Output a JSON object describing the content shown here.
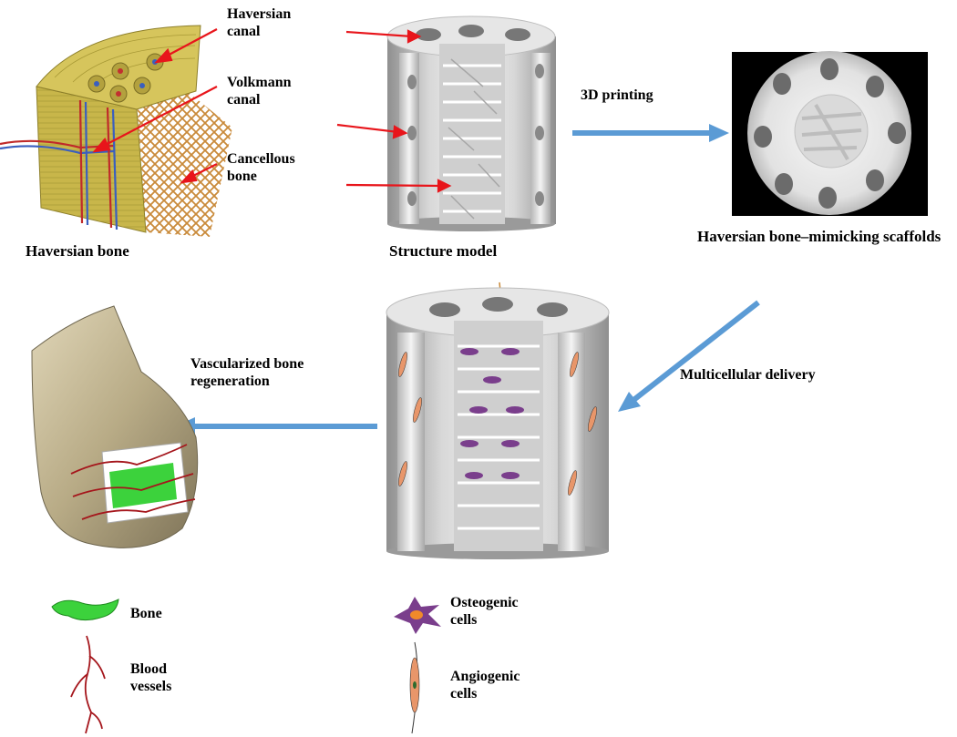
{
  "figure": {
    "bone_labels": {
      "haversian_canal": "Haversian\ncanal",
      "volkmann_canal": "Volkmann\ncanal",
      "cancellous_bone": "Cancellous\nbone"
    },
    "captions": {
      "haversian_bone": "Haversian bone",
      "structure_model": "Structure model",
      "scaffolds": "Haversian bone–mimicking scaffolds"
    },
    "steps": {
      "printing": "3D printing",
      "delivery": "Multicellular delivery",
      "regeneration": "Vascularized bone\nregeneration"
    },
    "legend": {
      "bone": "Bone",
      "blood_vessels": "Blood\nvessels",
      "osteogenic_cells": "Osteogenic\ncells",
      "angiogenic_cells": "Angiogenic\ncells"
    },
    "colors": {
      "bone_tissue": "#c8b64a",
      "red_arrow": "#e8151b",
      "blue_arrow": "#5b9bd5",
      "vessel": "#a5161c",
      "bone_legend_green": "#3cd23c",
      "osteogenic": "#7a3e8c",
      "angiogenic": "#e8966a"
    }
  }
}
